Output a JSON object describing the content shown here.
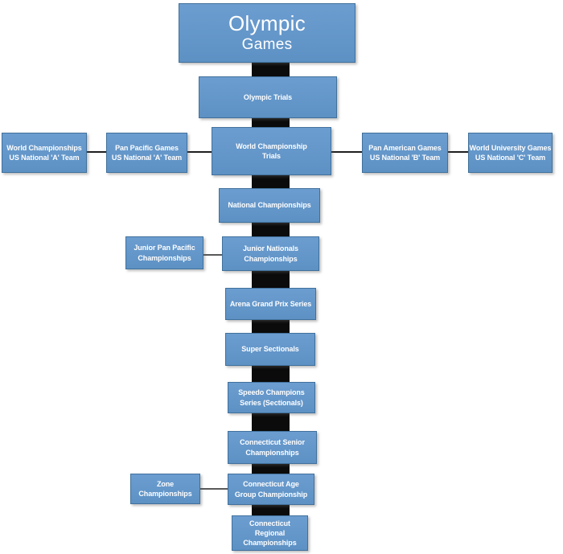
{
  "colors": {
    "box_fill_top": "#6c9dd0",
    "box_fill_bottom": "#5d91c4",
    "box_border": "#41719c",
    "spine": "#0b0b0b",
    "connector_dark": "#1f1f1f",
    "connector_gray": "#595959",
    "text_color": "#ffffff",
    "page_bg": "#ffffff"
  },
  "nodes": [
    {
      "id": "olympic-games",
      "lines": [
        "Olympic",
        "Games"
      ]
    },
    {
      "id": "olympic-trials",
      "lines": [
        "Olympic Trials"
      ]
    },
    {
      "id": "world-championships",
      "lines": [
        "World Championships",
        "US National 'A' Team"
      ]
    },
    {
      "id": "pan-pacific-games",
      "lines": [
        "Pan Pacific Games",
        "US National 'A' Team"
      ]
    },
    {
      "id": "world-championship-trials",
      "lines": [
        "World Championship",
        "Trials"
      ]
    },
    {
      "id": "pan-american-games",
      "lines": [
        "Pan American Games",
        "US National 'B' Team"
      ]
    },
    {
      "id": "world-university-games",
      "lines": [
        "World University Games",
        "US National 'C' Team"
      ]
    },
    {
      "id": "national-championships",
      "lines": [
        "National Championships"
      ]
    },
    {
      "id": "junior-pan-pacific",
      "lines": [
        "Junior Pan Pacific",
        "Championships"
      ]
    },
    {
      "id": "junior-nationals",
      "lines": [
        "Junior Nationals",
        "Championships"
      ]
    },
    {
      "id": "arena-grand-prix",
      "lines": [
        "Arena Grand Prix Series"
      ]
    },
    {
      "id": "super-sectionals",
      "lines": [
        "Super Sectionals"
      ]
    },
    {
      "id": "speedo-champions",
      "lines": [
        "Speedo Champions",
        "Series (Sectionals)"
      ]
    },
    {
      "id": "connecticut-senior",
      "lines": [
        "Connecticut Senior",
        "Championships"
      ]
    },
    {
      "id": "zone-championships",
      "lines": [
        "Zone",
        "Championships"
      ]
    },
    {
      "id": "connecticut-age-group",
      "lines": [
        "Connecticut Age",
        "Group Championship"
      ]
    },
    {
      "id": "connecticut-regional",
      "lines": [
        "Connecticut",
        "Regional",
        "Championships"
      ]
    }
  ]
}
